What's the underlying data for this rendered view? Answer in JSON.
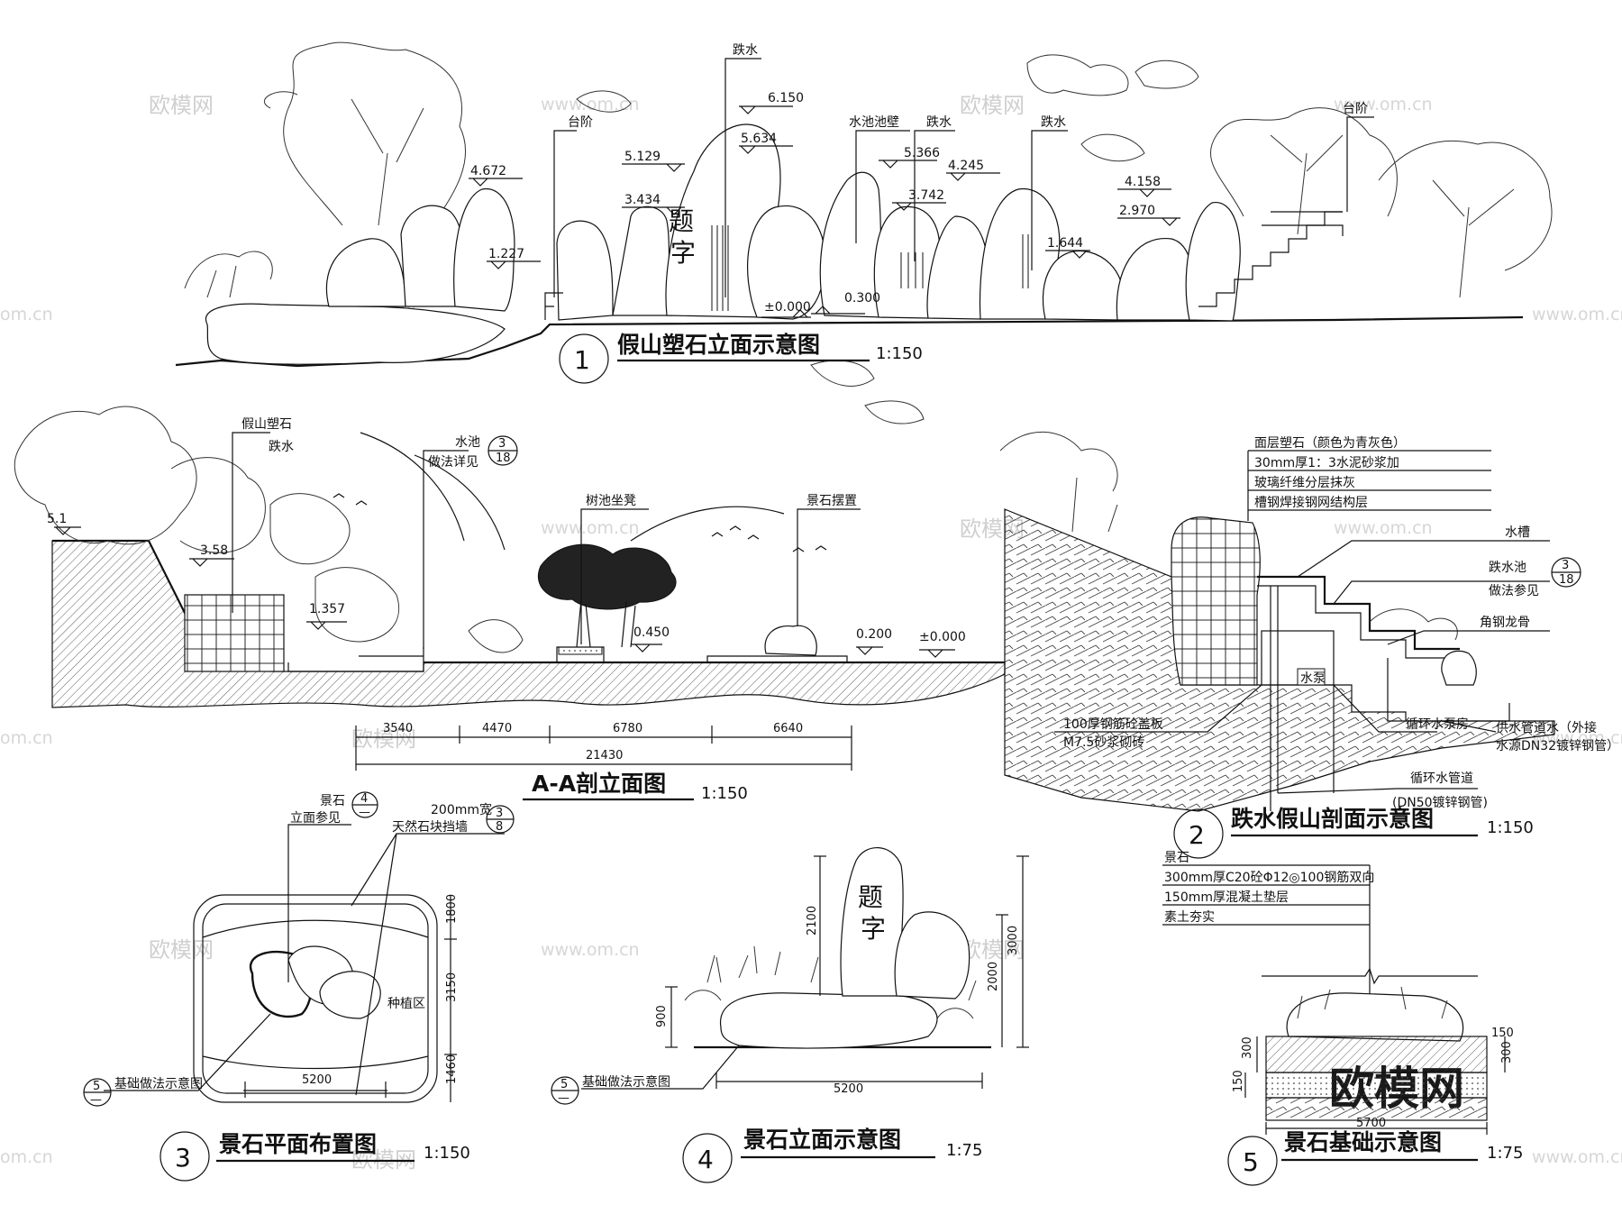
{
  "drawing1": {
    "num": "1",
    "title": "假山塑石立面示意图",
    "scale": "1:150",
    "labels": [
      "台阶",
      "跌水",
      "水池池壁",
      "跌水",
      "跌水",
      "台阶"
    ],
    "levels": [
      "6.150",
      "5.634",
      "5.129",
      "3.434",
      "4.672",
      "1.227",
      "5.366",
      "3.742",
      "4.245",
      "4.158",
      "2.970",
      "1.644",
      "±0.000",
      "0.300"
    ],
    "carving": [
      "题",
      "字"
    ]
  },
  "drawingAA": {
    "title": "A-A剖立面图",
    "scale": "1:150",
    "labels": [
      "假山塑石",
      "跌水",
      "水池",
      "做法详见",
      "树池坐凳",
      "景石摆置"
    ],
    "callout": {
      "top": "3",
      "bottom": "18"
    },
    "levels": [
      "5.1",
      "3.58",
      "1.357",
      "0.450",
      "0.200",
      "±0.000"
    ],
    "dims": [
      "3540",
      "4470",
      "6780",
      "6640",
      "21430"
    ]
  },
  "drawing2": {
    "num": "2",
    "title": "跌水假山剖面示意图",
    "scale": "1:150",
    "layers": [
      "面层塑石（颜色为青灰色）",
      "30mm厚1：3水泥砂浆加",
      "玻璃纤维分层抹灰",
      "槽钢焊接钢网结构层"
    ],
    "labels": [
      "水槽",
      "跌水池",
      "做法参见",
      "角钢龙骨",
      "水泵",
      "100厚钢筋砼盖板",
      "M7.5砂浆砌砖",
      "循环水泵房",
      "供水管道水（外接",
      "水源DN32镀锌钢管）",
      "循环水管道",
      "(DN50镀锌钢管)"
    ],
    "callout": {
      "top": "3",
      "bottom": "18"
    }
  },
  "drawing3": {
    "num": "3",
    "title": "景石平面布置图",
    "scale": "1:150",
    "labels": [
      "景石",
      "立面参见",
      "200mm宽",
      "天然石块挡墙",
      "种植区",
      "基础做法示意图"
    ],
    "callouts": [
      {
        "top": "4",
        "bottom": "—"
      },
      {
        "top": "3",
        "bottom": "8"
      },
      {
        "top": "5",
        "bottom": "—"
      }
    ],
    "dims": [
      "1800",
      "3150",
      "1460",
      "5200"
    ]
  },
  "drawing4": {
    "num": "4",
    "title": "景石立面示意图",
    "scale": "1:75",
    "labels": [
      "基础做法示意图"
    ],
    "callout": {
      "top": "5",
      "bottom": "—"
    },
    "carving": [
      "题",
      "字"
    ],
    "dims": [
      "2100",
      "3000",
      "2000",
      "900",
      "5200"
    ]
  },
  "drawing5": {
    "num": "5",
    "title": "景石基础示意图",
    "scale": "1:75",
    "layers": [
      "景石",
      "300mm厚C20砼Φ12◎100钢筋双向",
      "150mm厚混凝土垫层",
      "素土夯实"
    ],
    "dims": [
      "300",
      "150",
      "300",
      "150",
      "5700"
    ]
  },
  "watermark": {
    "brand": "欧模网",
    "site": "www.om.cn",
    "site_short": "om.cn"
  }
}
